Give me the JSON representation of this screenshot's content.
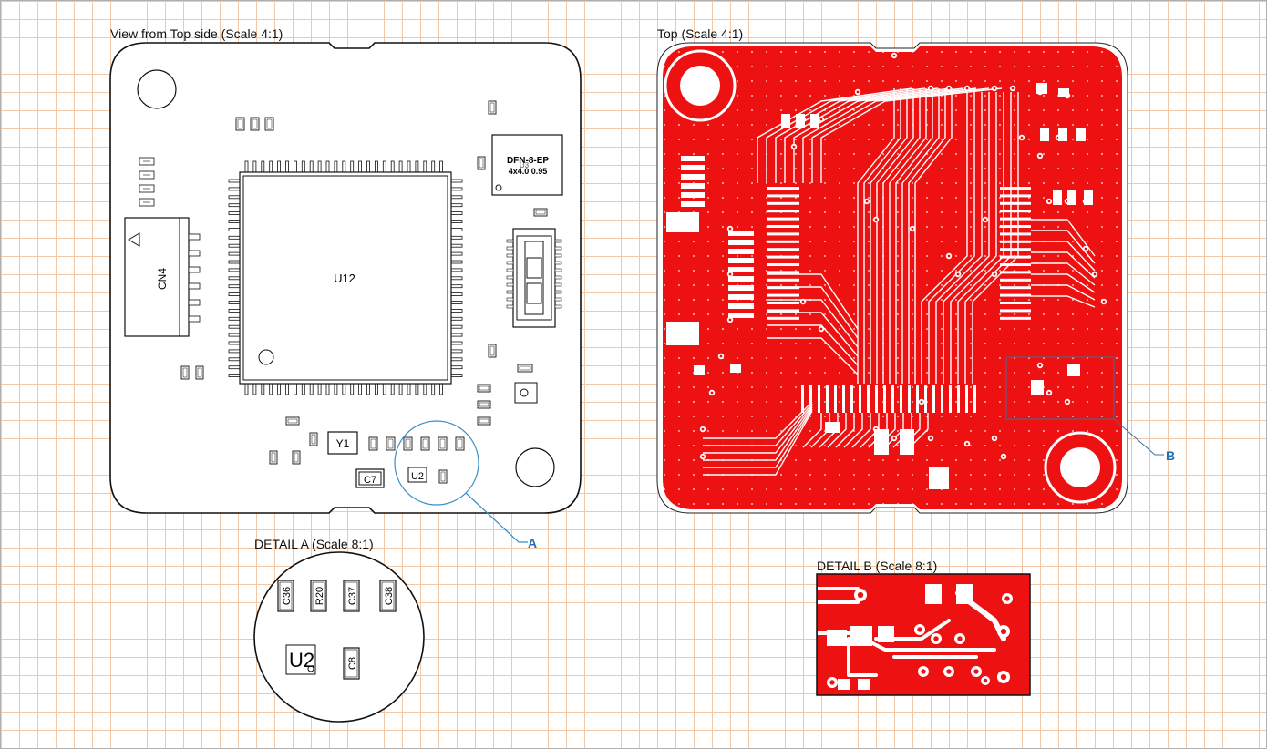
{
  "views": {
    "top_side": {
      "label": "View from Top side (Scale 4:1)"
    },
    "top": {
      "label": "Top (Scale 4:1)"
    },
    "detail_a": {
      "label": "DETAIL A (Scale 8:1)",
      "callout": "A"
    },
    "detail_b": {
      "label": "DETAIL B (Scale 8:1)",
      "callout": "B"
    }
  },
  "components": {
    "main_ic": "U12",
    "connector": "CN4",
    "crystal": "Y1",
    "cap": "C7",
    "regulator": "U2",
    "package_line1": "DFN-8-EP",
    "package_line2": "4x4.0 0.95",
    "package_ref": "U3"
  },
  "detail_a_parts": [
    "C36",
    "R20",
    "C37",
    "C38",
    "C8"
  ],
  "detail_a_ic": "U2",
  "colors": {
    "copper": "#ee1111",
    "callout": "#1f6fb5",
    "grid": "#f3c8a6",
    "outline": "#111111"
  }
}
